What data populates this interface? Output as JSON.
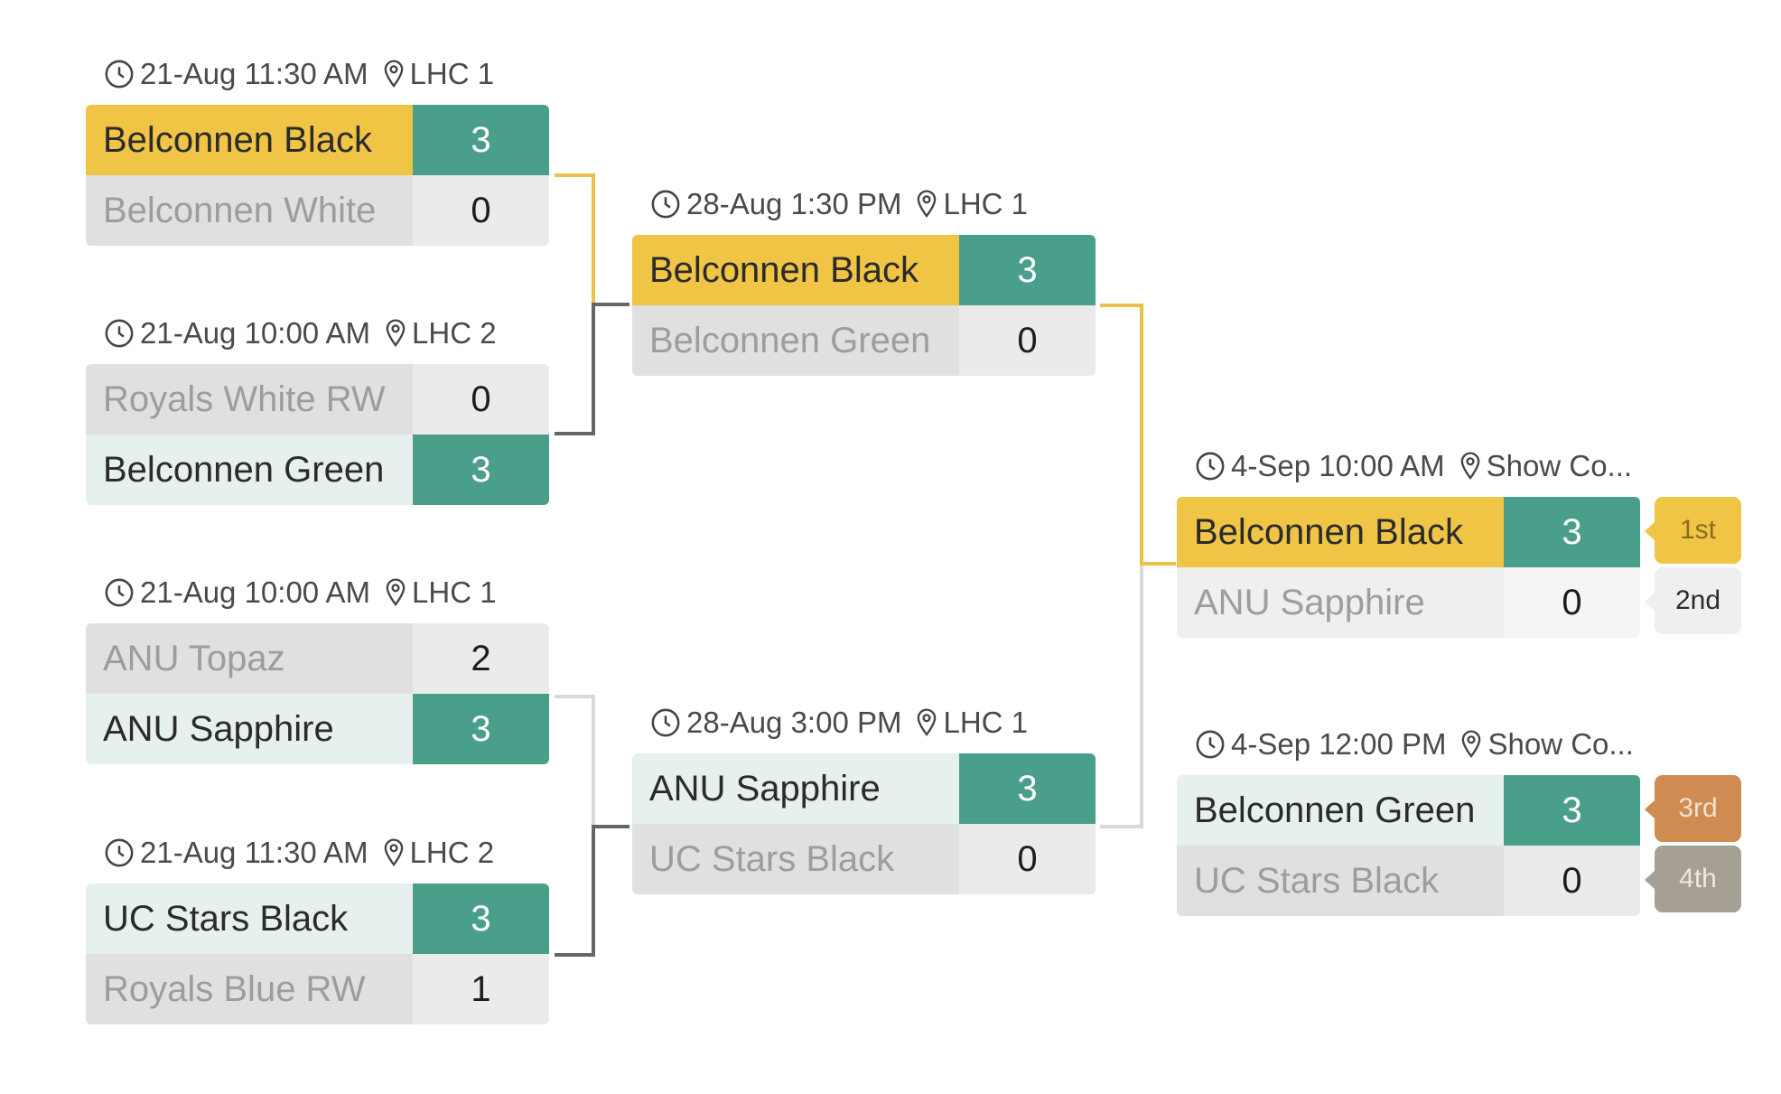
{
  "colors": {
    "champion_name_bg": "#f0c545",
    "winner_score_bg": "#4a9f8a",
    "winner_name_bg": "#e6f0ef",
    "loser_name_bg": "#e0e0e0",
    "line_champion": "#eac147",
    "line_winner": "#666666",
    "line_other": "#d9d9d9",
    "place_1st": "#f0c545",
    "place_3rd": "#cf8b52",
    "place_4th": "#a69f94"
  },
  "icons": {
    "time": "clock-icon",
    "venue": "map-pin-icon"
  },
  "round1": [
    {
      "time": "21-Aug 11:30 AM",
      "venue": "LHC 1",
      "teams": [
        {
          "name": "Belconnen Black",
          "score": "3"
        },
        {
          "name": "Belconnen White",
          "score": "0"
        }
      ]
    },
    {
      "time": "21-Aug 10:00 AM",
      "venue": "LHC 2",
      "teams": [
        {
          "name": "Royals White RW",
          "score": "0"
        },
        {
          "name": "Belconnen Green",
          "score": "3"
        }
      ]
    },
    {
      "time": "21-Aug 10:00 AM",
      "venue": "LHC 1",
      "teams": [
        {
          "name": "ANU Topaz",
          "score": "2"
        },
        {
          "name": "ANU Sapphire",
          "score": "3"
        }
      ]
    },
    {
      "time": "21-Aug 11:30 AM",
      "venue": "LHC 2",
      "teams": [
        {
          "name": "UC Stars Black",
          "score": "3"
        },
        {
          "name": "Royals Blue RW",
          "score": "1"
        }
      ]
    }
  ],
  "semis": [
    {
      "time": "28-Aug 1:30 PM",
      "venue": "LHC 1",
      "teams": [
        {
          "name": "Belconnen Black",
          "score": "3"
        },
        {
          "name": "Belconnen Green",
          "score": "0"
        }
      ]
    },
    {
      "time": "28-Aug 3:00 PM",
      "venue": "LHC 1",
      "teams": [
        {
          "name": "ANU Sapphire",
          "score": "3"
        },
        {
          "name": "UC Stars Black",
          "score": "0"
        }
      ]
    }
  ],
  "final": {
    "time": "4-Sep 10:00 AM",
    "venue": "Show Co...",
    "teams": [
      {
        "name": "Belconnen Black",
        "score": "3",
        "place": "1st"
      },
      {
        "name": "ANU Sapphire",
        "score": "0",
        "place": "2nd"
      }
    ]
  },
  "third_place": {
    "time": "4-Sep 12:00 PM",
    "venue": "Show Co...",
    "teams": [
      {
        "name": "Belconnen Green",
        "score": "3",
        "place": "3rd"
      },
      {
        "name": "UC Stars Black",
        "score": "0",
        "place": "4th"
      }
    ]
  }
}
